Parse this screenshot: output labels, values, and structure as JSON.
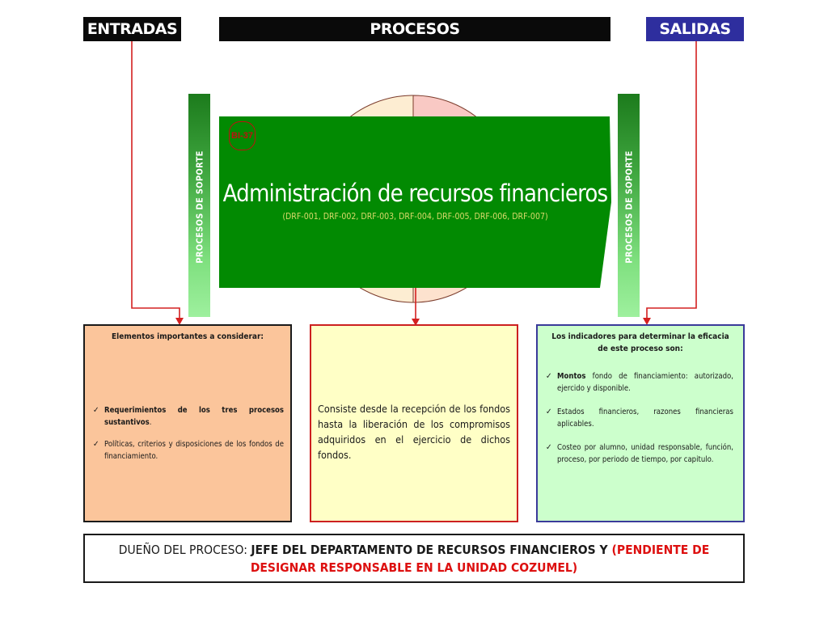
{
  "headers": {
    "entradas": "ENTRADAS",
    "procesos": "PROCESOS",
    "salidas": "SALIDAS"
  },
  "support": {
    "left_label": "PROCESOS  DE SOPORTE",
    "right_label": "PROCESOS DE SOPORTE"
  },
  "process": {
    "badge": "BI-37",
    "title": "Administración de recursos financieros",
    "codes": "(DRF-001, DRF-002, DRF-003, DRF-004, DRF-005, DRF-006, DRF-007)"
  },
  "inputs": {
    "heading": "Elementos importantes a considerar:",
    "items": [
      {
        "bold": "Requerimientos de los tres procesos sustantivos",
        "text": "."
      },
      {
        "bold": "",
        "text": "Políticas, criterios y disposiciones de los fondos de financiamiento."
      }
    ]
  },
  "description": "Consiste desde la recepción de los fondos hasta la liberación de los compromisos adquiridos en el ejercicio de dichos fondos.",
  "outputs": {
    "heading": "Los indicadores para determinar la eficacia de este proceso son:",
    "items": [
      {
        "bold": "Montos",
        "text": " fondo de financiamiento: autorizado, ejercido y disponible."
      },
      {
        "bold": "",
        "text": "Estados financieros, razones financieras aplicables."
      },
      {
        "bold": "",
        "text": "Costeo por alumno, unidad responsable, función, proceso, por periodo de tiempo, por capitulo."
      }
    ]
  },
  "owner": {
    "label": "DUEÑO DEL PROCESO: ",
    "role": "JEFE DEL DEPARTAMENTO DE RECURSOS FINANCIEROS Y ",
    "pending": "(PENDIENTE DE DESIGNAR RESPONSABLE EN LA UNIDAD COZUMEL)"
  },
  "colors": {
    "process_green": "#028a02",
    "salidas_blue": "#2e2e9e",
    "connector_red": "#d42020",
    "inputs_bg": "#fbc59b",
    "description_bg": "#ffffc6",
    "outputs_bg": "#ccffcc"
  }
}
